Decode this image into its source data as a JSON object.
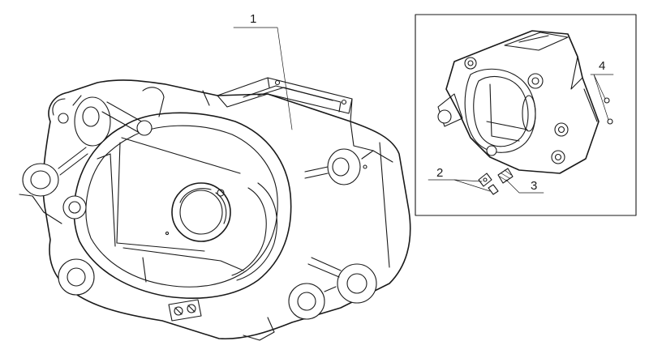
{
  "diagram": {
    "callouts": [
      {
        "id": "1",
        "text": "1"
      },
      {
        "id": "2",
        "text": "2"
      },
      {
        "id": "3",
        "text": "3"
      },
      {
        "id": "4",
        "text": "4"
      }
    ],
    "colors": {
      "line": "#1a1a1a",
      "background": "#ffffff"
    }
  }
}
